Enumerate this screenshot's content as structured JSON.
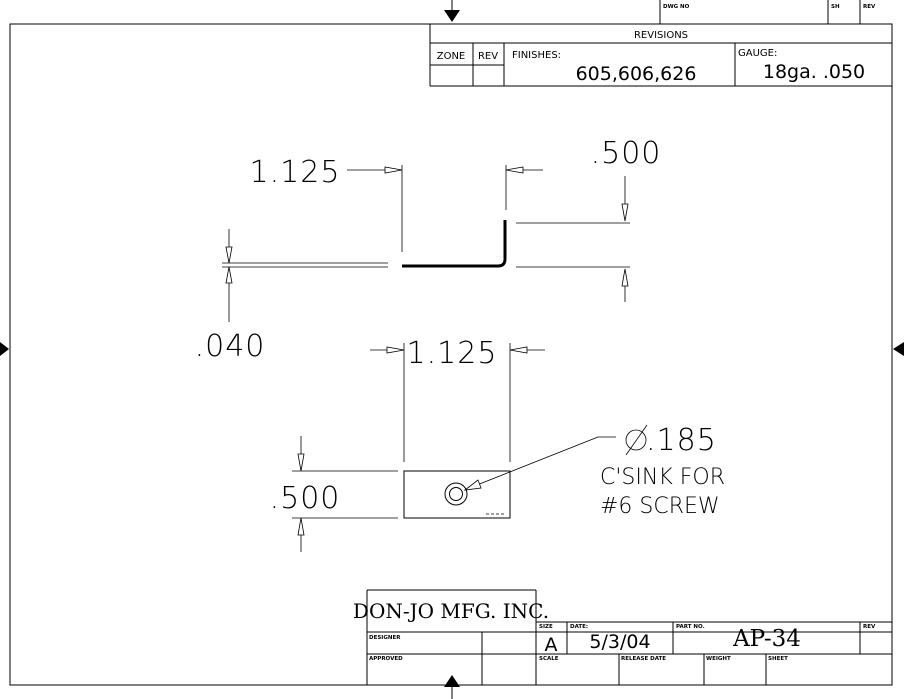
{
  "revision_block": {
    "dwg_no_label": "DWG NO",
    "sh_label": "SH",
    "rev_label": "REV",
    "revisions_label": "REVISIONS",
    "zone_label": "ZONE",
    "rev_col_label": "REV",
    "finishes_label": "FINISHES:",
    "finishes_value": "605,606,626",
    "gauge_label": "GAUGE:",
    "gauge_value": "18ga. .050"
  },
  "dimensions": {
    "side_length": "1.125",
    "leg_height": ".500",
    "thickness": ".040",
    "plate_width": "1.125",
    "plate_height": ".500"
  },
  "note": {
    "hole_diameter": ".185",
    "line2": "C'SINK FOR",
    "line3": "#6 SCREW"
  },
  "title_block": {
    "company": "DON-JO MFG. INC.",
    "designer_label": "DESIGNER",
    "approved_label": "APPROVED",
    "size_label": "SIZE",
    "size_value": "A",
    "date_label": "DATE:",
    "date_value": "5/3/04",
    "part_no_label": "PART NO.",
    "part_no_value": "AP-34",
    "rev_label": "REV",
    "scale_label": "SCALE",
    "release_date_label": "RELEASE DATE",
    "weight_label": "WEIGHT",
    "sheet_label": "SHEET"
  }
}
